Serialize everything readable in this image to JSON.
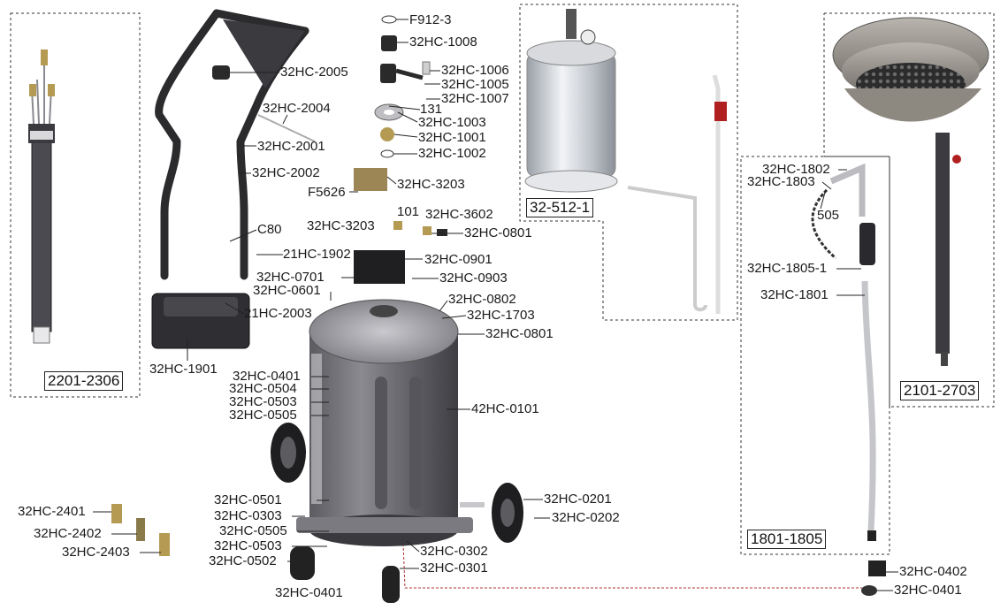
{
  "diagram": {
    "group_labels": {
      "probe_kit": "2201-2306",
      "tank_kit": "32-512-1",
      "suction_kit": "1801-1805",
      "funnel_kit": "2101-2703"
    },
    "parts": {
      "f912_3": "F912-3",
      "hc1008": "32HC-1008",
      "hc2005": "32HC-2005",
      "hc1006": "32HC-1006",
      "hc1005": "32HC-1005",
      "hc1007": "32HC-1007",
      "hc2004": "32HC-2004",
      "p131": "131",
      "hc1003": "32HC-1003",
      "hc1001": "32HC-1001",
      "hc2001": "32HC-2001",
      "hc1002": "32HC-1002",
      "hc2002": "32HC-2002",
      "hc3203a": "32HC-3203",
      "f5626": "F5626",
      "p101": "101",
      "hc3602": "32HC-3602",
      "hc3203b": "32HC-3203",
      "c80": "C80",
      "hc0801a": "32HC-0801",
      "hc1902": "21HC-1902",
      "hc0901": "32HC-0901",
      "hc0701": "32HC-0701",
      "hc0903": "32HC-0903",
      "hc0601": "32HC-0601",
      "hc0802": "32HC-0802",
      "hc2003": "21HC-2003",
      "hc1703": "32HC-1703",
      "hc0801b": "32HC-0801",
      "hc1901": "32HC-1901",
      "hc0401a": "32HC-0401",
      "hc0504a": "32HC-0504",
      "hc0503a": "32HC-0503",
      "hc0505a": "32HC-0505",
      "hc0101": "42HC-0101",
      "hc1802": "32HC-1802",
      "hc1803": "32HC-1803",
      "p505": "505",
      "hc1805_1": "32HC-1805-1",
      "hc1801": "32HC-1801",
      "hc0201": "32HC-0201",
      "hc0202": "32HC-0202",
      "hc0501": "32HC-0501",
      "hc0303": "32HC-0303",
      "hc0505b": "32HC-0505",
      "hc0503b": "32HC-0503",
      "hc0502": "32HC-0502",
      "hc0302": "32HC-0302",
      "hc0301": "32HC-0301",
      "hc0401b": "32HC-0401",
      "hc2401": "32HC-2401",
      "hc2402": "32HC-2402",
      "hc2403": "32HC-2403",
      "hc0402": "32HC-0402",
      "hc0401c": "32HC-0401"
    }
  }
}
